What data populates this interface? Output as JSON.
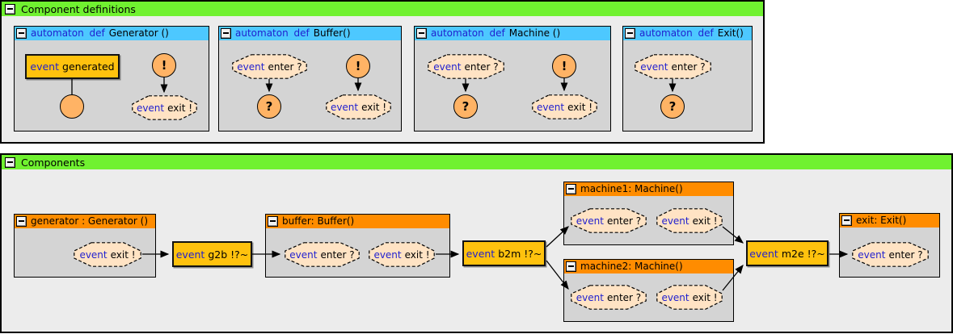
{
  "panels": {
    "definitions": {
      "title": "Component definitions"
    },
    "components": {
      "title": "Components"
    }
  },
  "tokens": {
    "automaton_def": "automaton def",
    "event": "event",
    "bang": "!",
    "question": "?"
  },
  "definitions": {
    "generator": {
      "title": "Generator ()",
      "generated_label": "generated",
      "exit_label": "exit !"
    },
    "buffer": {
      "title": "Buffer()",
      "enter_label": "enter ?",
      "exit_label": "exit !"
    },
    "machine": {
      "title": "Machine ()",
      "enter_label": "enter ?",
      "exit_label": "exit !"
    },
    "exit": {
      "title": "Exit()",
      "enter_label": "enter ?"
    }
  },
  "components": {
    "generator": {
      "title": "generator : Generator ()",
      "exit_label": "exit !"
    },
    "buffer": {
      "title": "buffer: Buffer()",
      "enter_label": "enter ?",
      "exit_label": "exit !"
    },
    "machine1": {
      "title": "machine1: Machine()",
      "enter_label": "enter ?",
      "exit_label": "exit !"
    },
    "machine2": {
      "title": "machine2: Machine()",
      "enter_label": "enter ?",
      "exit_label": "exit !"
    },
    "exit": {
      "title": "exit: Exit()",
      "enter_label": "enter ?"
    },
    "event_g2b": "g2b !?~",
    "event_b2m": "b2m !?~",
    "event_m2e": "m2e !?~"
  },
  "colors": {
    "panel_header_green": "#70F130",
    "def_header_blue": "#4DC8FF",
    "instance_header_orange": "#FF8C00",
    "event_box_gold": "#FFC20E",
    "octagon_fill": "#FFE3C4",
    "state_circle_fill": "#FFB365",
    "keyword_blue": "#1F1FCF",
    "box_body_gray": "#D4D4D4",
    "panel_body_gray": "#ECECEC"
  }
}
